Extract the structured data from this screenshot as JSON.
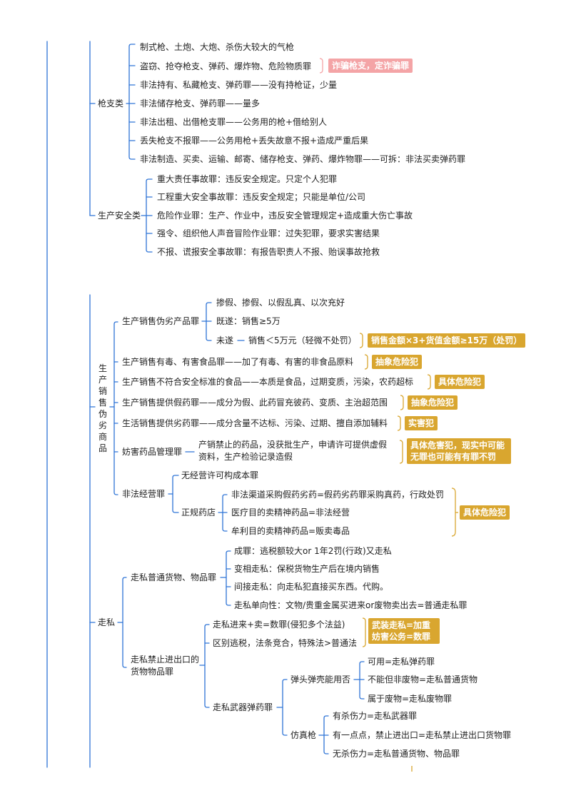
{
  "colors": {
    "branch": "#2e74d6",
    "tag_gold": "#d9a62f",
    "tag_pink": "#f4a4a6"
  },
  "gun": {
    "label": "枪支类",
    "items": [
      "制式枪、土炮、大炮、杀伤大较大的气枪",
      "盗窃、抢夺枪支、弹药、爆炸物、危险物质罪",
      "非法持有、私藏枪支、弹药罪——没有持枪证，少量",
      "非法储存枪支、弹药罪——量多",
      "非法出租、出借枪支罪——公务用的枪+借给别人",
      "丢失枪支不报罪——公务用枪+丢失故意不报+造成严重后果",
      "非法制造、买卖、运输、邮寄、储存枪支、弹药、爆炸物罪——可拆：非法买卖弹药罪"
    ],
    "tag": "诈骗枪支，定诈骗罪"
  },
  "safety": {
    "label": "生产安全类",
    "items": [
      "重大责任事故罪：违反安全规定。只定个人犯罪",
      "工程重大安全事故罪：违反安全规定；只能是单位/公司",
      "危险作业罪：生产、作业中，违反安全管理规定+造成重大伤亡事故",
      "强令、组织他人声音冒险作业罪：过失犯罪，要求实害结果",
      "不报、谎报安全事故罪：有报告职责人不报、贻误事故抢救"
    ]
  },
  "fake": {
    "label": "生产销售伪劣商品",
    "inferior": {
      "label": "生产销售伪劣产品罪",
      "items": [
        "掺假、掺假、以假乱真、以次充好",
        "既遂：销售≥5万"
      ],
      "attempt_label": "未遂",
      "attempt_value": "销售＜5万元（轻微不处罚）",
      "tag": "销售金额×3+货值金额≥15万（处罚）"
    },
    "toxic_food": {
      "label": "生产销售有毒、有害食品罪——加了有毒、有害的非食品原料",
      "tag": "抽象危险犯"
    },
    "unsafe_food": {
      "label": "生产销售不符合安全标准的食品——本质是食品，过期变质，污染，农药超标",
      "tag": "具体危险犯"
    },
    "fake_drug": {
      "label": "生产销售提供假药罪——成分为假、此药冒充彼药、变质、主治超范围",
      "tag": "抽象危险犯"
    },
    "bad_drug": {
      "label": "生活销售提供劣药罪——成分含量不达标、污染、过期、擅自添加辅料",
      "tag": "实害犯"
    },
    "drug_mgmt": {
      "label": "妨害药品管理罪",
      "detail": "产销禁止的药品，没获批生产，申请许可提供虚假资料，生产检验记录造假",
      "tag": "具体危害犯，现实中可能无罪也可能有有罪不罚"
    },
    "illegal_biz": {
      "label": "非法经营罪",
      "no_license": "无经营许可构成本罪",
      "pharmacy": "正规药店",
      "pharmacy_items": [
        "非法渠道采购假药劣药=假药劣药罪采购真药，行政处罚",
        "医疗目的卖精神药品=非法经营",
        "牟利目的卖精神药品=贩卖毒品"
      ],
      "tag": "具体危险犯"
    }
  },
  "smuggle": {
    "label": "走私",
    "ordinary": {
      "label": "走私普通货物、物品罪",
      "items": [
        "成罪：逃税额较大or 1年2罚(行政)又走私",
        "变相走私：保税货物生产后在境内销售",
        "间接走私：向走私犯直接买东西。代购。",
        "走私单向性：文物/贵重金属买进来or废物卖出去=普通走私罪"
      ]
    },
    "prohibited": {
      "label": "走私禁止进出口的货物物品罪",
      "items": [
        "走私进来+卖=数罪(侵犯多个法益)",
        "区别逃税，法条竞合，特殊法>普通法"
      ],
      "tag": "武装走私=加重 妨害公务=数罪",
      "weapons": {
        "label": "走私武器弹药罪",
        "shell": {
          "label": "弹头弹壳能用否",
          "items": [
            "可用=走私弹药罪",
            "不能但非废物=走私普通货物",
            "属于废物=走私废物罪"
          ]
        },
        "replica": {
          "label": "仿真枪",
          "items": [
            "有杀伤力=走私武器罪",
            "有一点点，禁止进出口=走私禁止进出口货物罪",
            "无杀伤力=走私普通货物、物品罪"
          ]
        }
      }
    }
  }
}
